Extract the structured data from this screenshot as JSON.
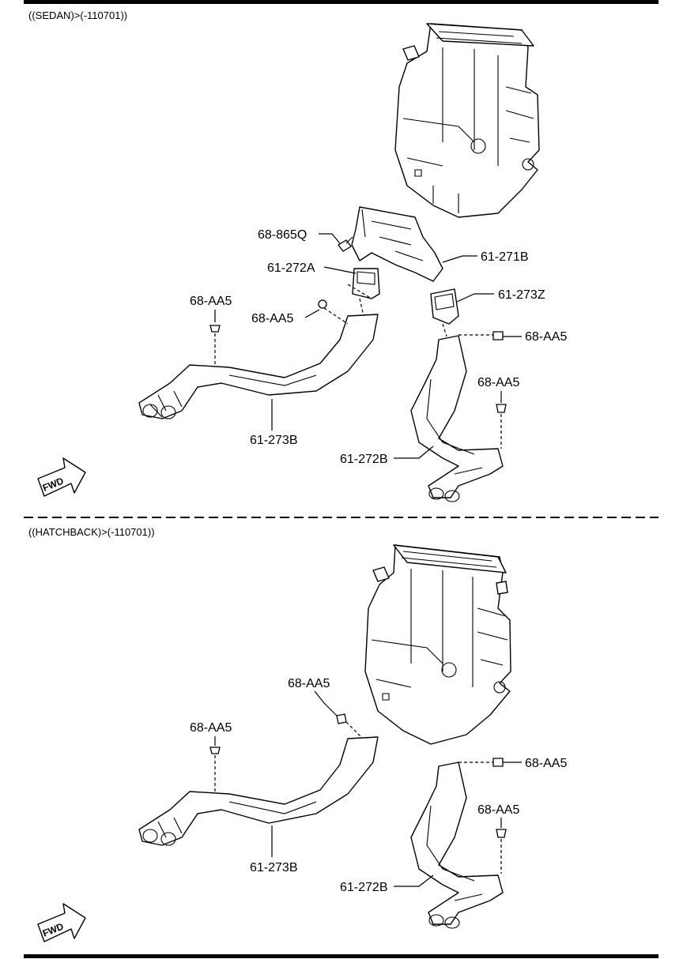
{
  "sections": [
    {
      "label": "((SEDAN)>(-110701))",
      "callouts": {
        "c1": "68-865Q",
        "c2": "61-271B",
        "c3": "61-272A",
        "c4": "61-273Z",
        "c5": "68-AA5",
        "c6": "68-AA5",
        "c7": "68-AA5",
        "c8": "68-AA5",
        "c9": "61-273B",
        "c10": "61-272B"
      },
      "fwd": "FWD"
    },
    {
      "label": "((HATCHBACK)>(-110701))",
      "callouts": {
        "c1": "68-AA5",
        "c2": "68-AA5",
        "c3": "68-AA5",
        "c4": "68-AA5",
        "c5": "61-273B",
        "c6": "61-272B"
      },
      "fwd": "FWD"
    }
  ]
}
